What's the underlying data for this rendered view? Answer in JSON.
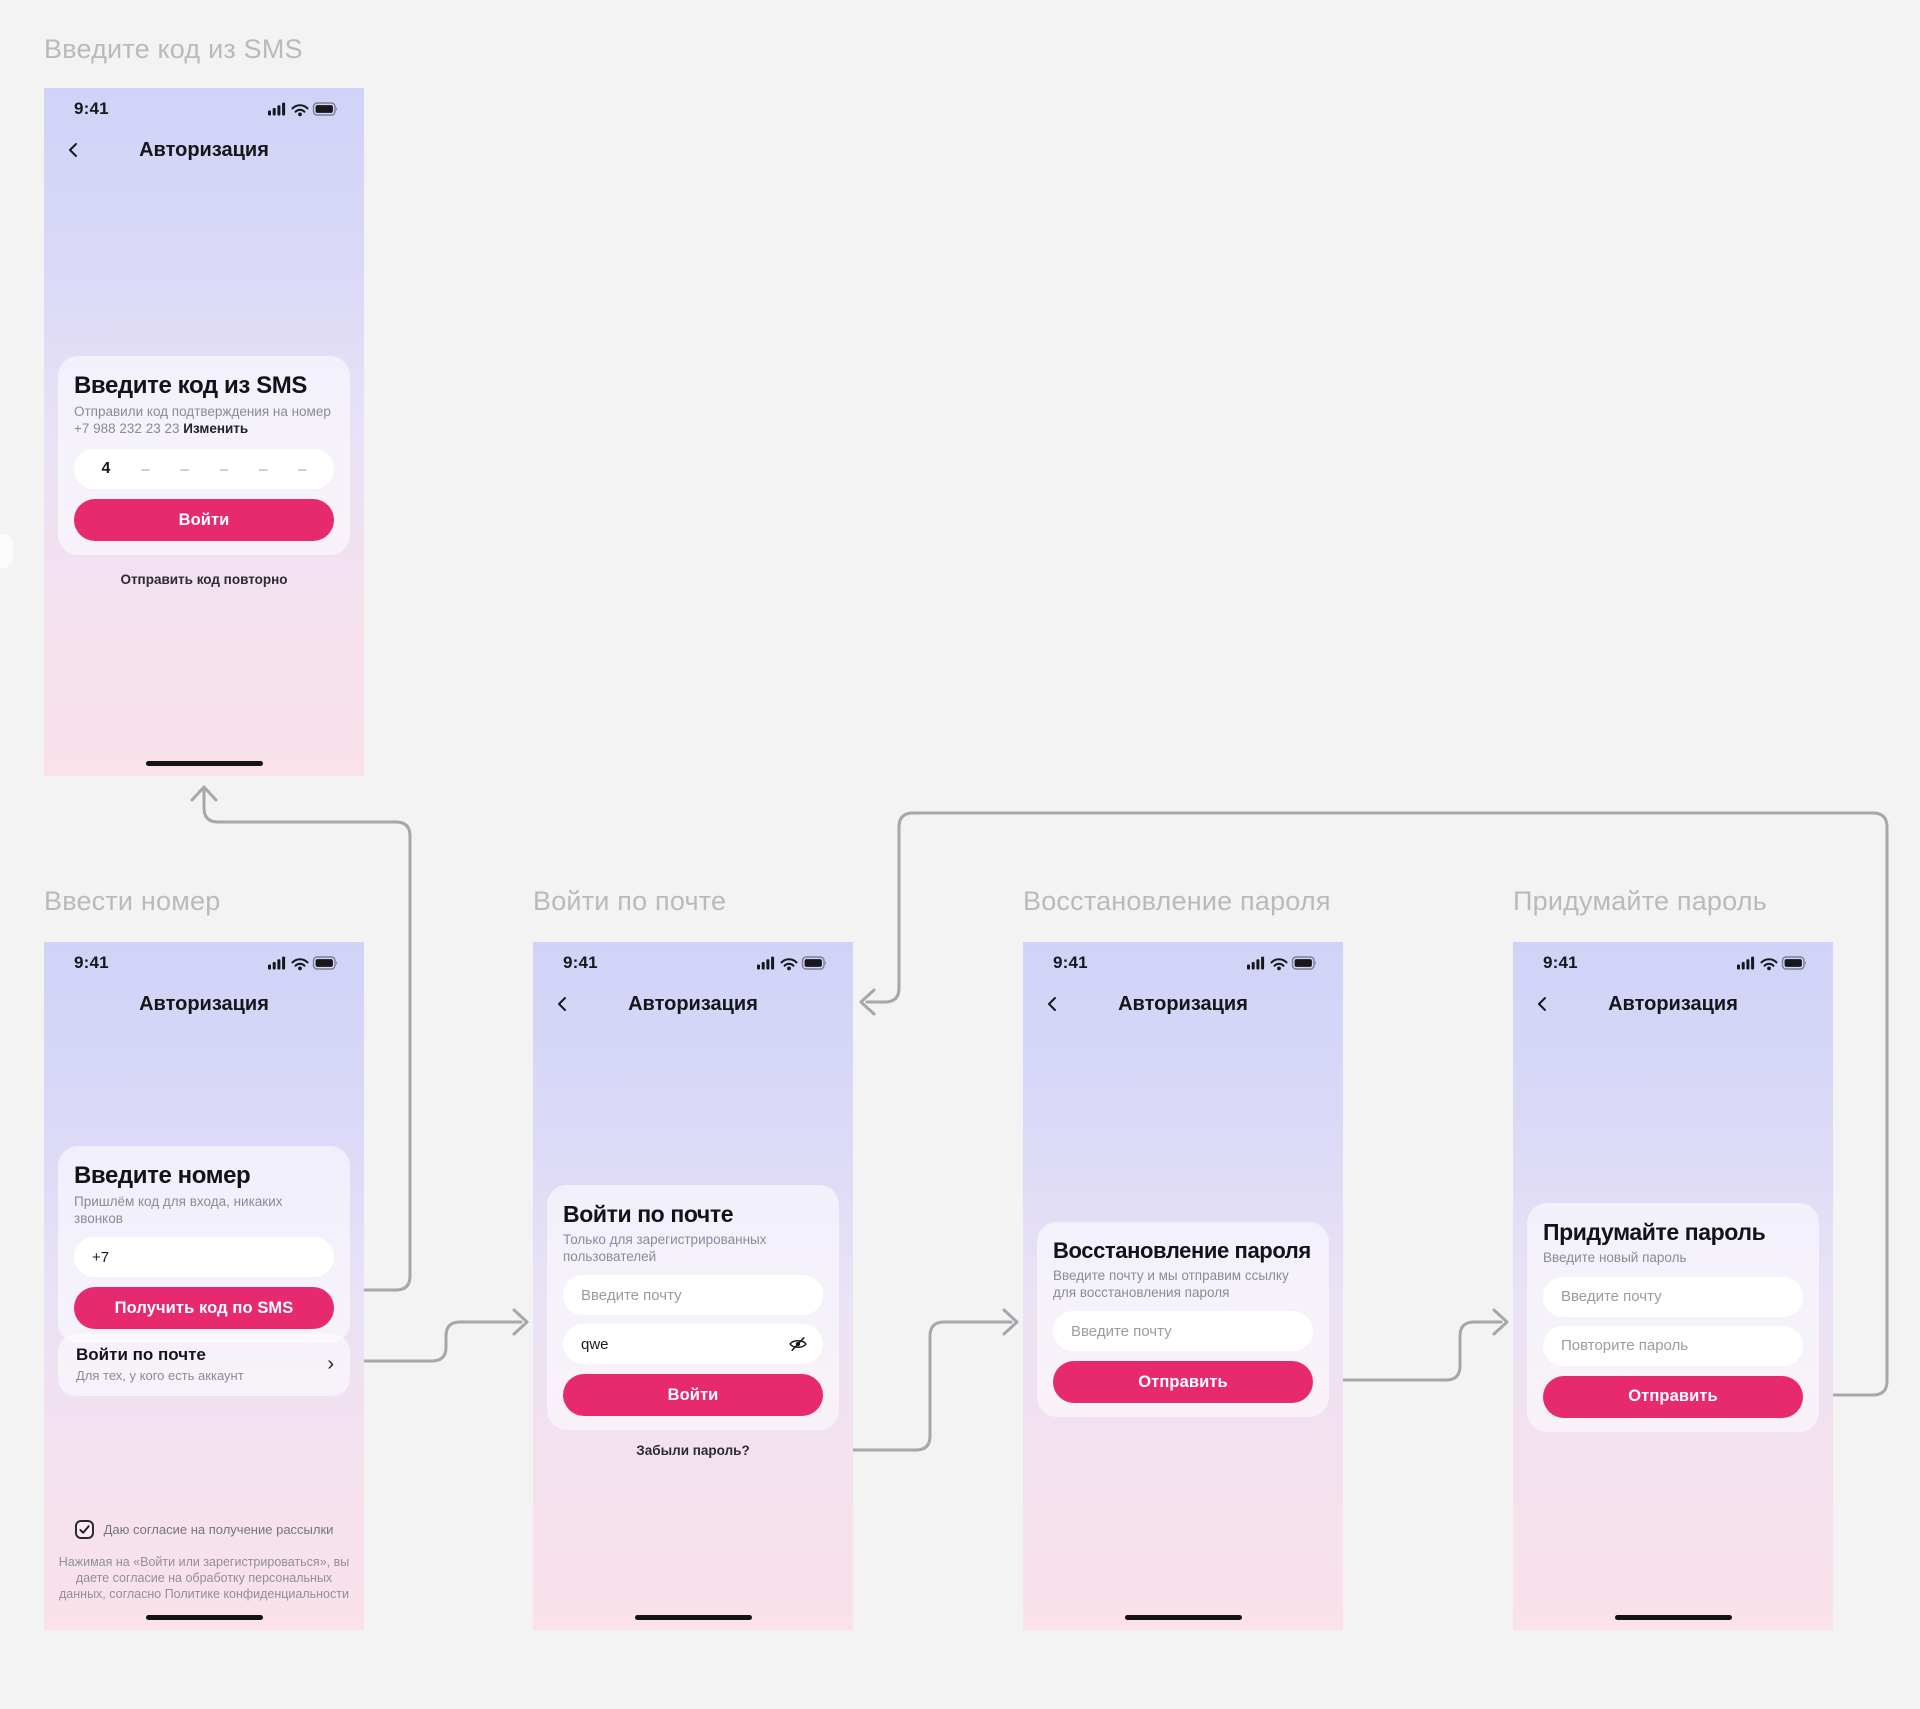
{
  "shared": {
    "time": "9:41",
    "nav_title": "Авторизация"
  },
  "colors": {
    "accent": "#E72A6E",
    "frame_label": "#B9BABD",
    "connector_line": "#A7A7AB",
    "phone_gradient_top": "#D0D3F7",
    "phone_gradient_bottom": "#FAE1EA"
  },
  "screens": {
    "sms_code": {
      "frame_label": "Введите код из SMS",
      "card_title": "Введите код из SMS",
      "card_subtitle_line1": "Отправили код подтверждения на номер",
      "phone_number": "+7 988 232 23 23",
      "change_link": "Изменить",
      "code_digit": "4",
      "code_dash": "–",
      "submit_label": "Войти",
      "resend_label": "Отправить код повторно"
    },
    "enter_number": {
      "frame_label": "Ввести номер",
      "card_title": "Введите номер",
      "card_subtitle": "Пришлём код для входа, никаких звонков",
      "phone_value": "+7",
      "sms_button_label": "Получить код по SMS",
      "email_entry_title": "Войти по почте",
      "email_entry_subtitle": "Для тех, у кого есть аккаунт",
      "email_entry_chevron": "›",
      "consent_label": "Даю согласие на получение рассылки",
      "legal_line1": "Нажимая на «Войти или зарегистрироваться», вы",
      "legal_line2": "даете согласие на обработку персональных",
      "legal_line3": "данных, согласно Политике конфиденциальности"
    },
    "email_login": {
      "frame_label": "Войти по почте",
      "card_title": "Войти по почте",
      "card_subtitle_line1": "Только для зарегистрированных",
      "card_subtitle_line2": "пользователей",
      "email_placeholder": "Введите почту",
      "password_value": "qwe",
      "submit_label": "Войти",
      "forgot_label": "Забыли пароль?"
    },
    "password_recovery": {
      "frame_label": "Восстановление пароля",
      "card_title": "Восстановление пароля",
      "card_subtitle_line1": "Введите почту и мы отправим ссылку",
      "card_subtitle_line2": "для восстановления пароля",
      "email_placeholder": "Введите почту",
      "submit_label": "Отправить"
    },
    "new_password": {
      "frame_label": "Придумайте пароль",
      "card_title": "Придумайте пароль",
      "card_subtitle": "Введите новый пароль",
      "email_placeholder": "Введите почту",
      "repeat_placeholder": "Повторите пароль",
      "submit_label": "Отправить"
    }
  }
}
